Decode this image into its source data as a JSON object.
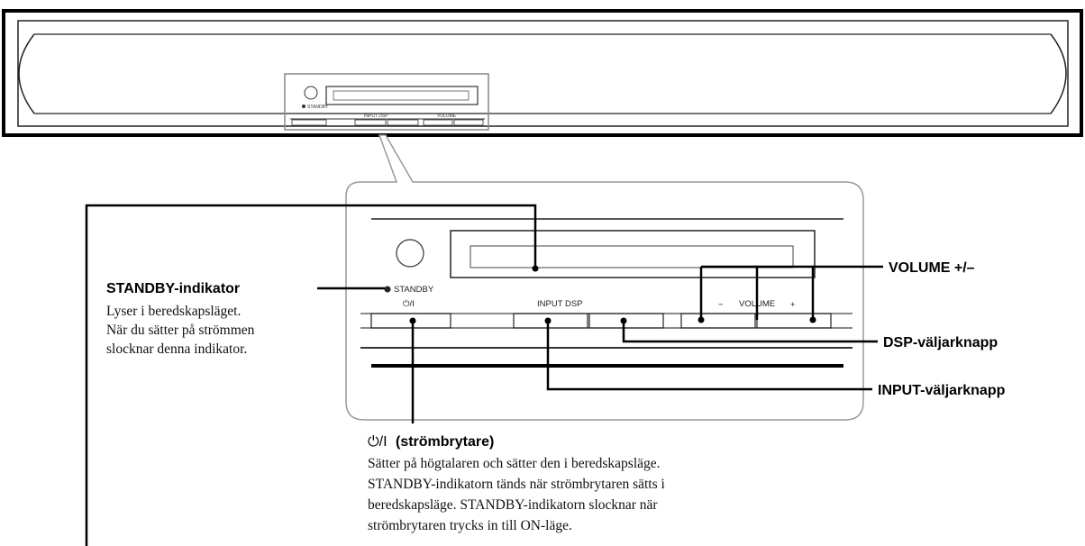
{
  "panel": {
    "standby": "STANDBY",
    "power_symbol": "⏻/I",
    "input_dsp": "INPUT DSP",
    "volume": "VOLUME",
    "minus": "−",
    "plus": "+"
  },
  "callouts": {
    "standby_title": "STANDBY-indikator",
    "standby_desc": [
      "Lyser i beredskapsläget.",
      "När du sätter på strömmen",
      "slocknar denna indikator."
    ],
    "volume_title": "VOLUME +/–",
    "dsp_title": "DSP-väljarknapp",
    "input_title": "INPUT-väljarknapp",
    "power_symbol": "⏻/I",
    "power_title": "(strömbrytare)",
    "power_desc": [
      "Sätter på högtalaren och sätter den i beredskapsläge.",
      "STANDBY-indikatorn tänds när strömbrytaren sätts i",
      "beredskapsläge. STANDBY-indikatorn slocknar när",
      "strömbrytaren trycks in till ON-läge."
    ]
  }
}
